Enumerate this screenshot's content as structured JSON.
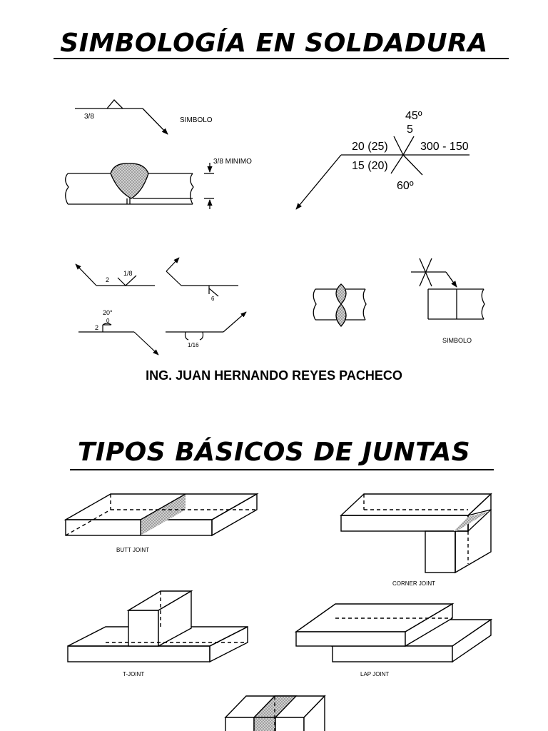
{
  "title_primary": "SIMBOLOGÍA  EN SOLDADURA",
  "author": "ING. JUAN HERNANDO REYES PACHECO",
  "title_secondary": "TIPOS BÁSICOS DE JUNTAS",
  "diagram1": {
    "size": "3/8",
    "symbol_label": "SIMBOLO",
    "min_label": "3/8 MINIMO"
  },
  "diagram2": {
    "angle_top": "45º",
    "depth_top": "5",
    "size_top": "20 (25)",
    "length_pitch": "300 -  150",
    "size_bottom": "15 (20)",
    "angle_bottom": "60º"
  },
  "symbols": {
    "s_a1": "2",
    "s_a2": "1/8",
    "s_b": "6",
    "s_c_angle": "20°",
    "s_c_root": "0",
    "s_c_size": "2",
    "s_d": "1/16",
    "symbol_small": "SIMBOLO"
  },
  "joints": {
    "butt": "BUTT JOINT",
    "corner": "CORNER JOINT",
    "tee": "T-JOINT",
    "lap": "LAP JOINT"
  }
}
